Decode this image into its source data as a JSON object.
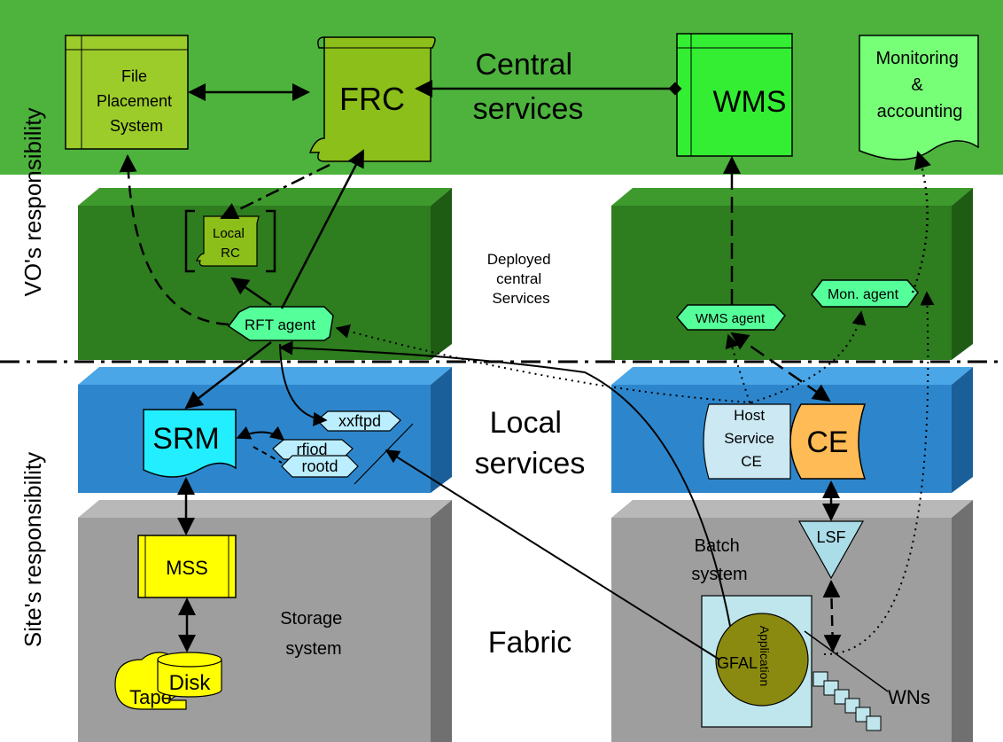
{
  "sides": {
    "vo": "VO's responsibility",
    "site": "Site's responsibility"
  },
  "layers": {
    "central": [
      "Central",
      "services"
    ],
    "deployed": [
      "Deployed",
      "central",
      "Services"
    ],
    "local": [
      "Local",
      "services"
    ],
    "fabric": "Fabric"
  },
  "components": {
    "fps": [
      "File",
      "Placement",
      "System"
    ],
    "frc": "FRC",
    "wms": "WMS",
    "monitoring": [
      "Monitoring",
      "&",
      "accounting"
    ],
    "local_rc": [
      "Local",
      "RC"
    ],
    "rft_agent": "RFT agent",
    "wms_agent": "WMS agent",
    "mon_agent": "Mon. agent",
    "srm": "SRM",
    "xxftpd": "xxftpd",
    "rfiod": "rfiod",
    "rootd": "rootd",
    "host_service": [
      "Host",
      "Service",
      "CE"
    ],
    "ce": "CE",
    "lsf": "LSF",
    "mss": "MSS",
    "disk": "Disk",
    "tape": "Tape",
    "storage": [
      "Storage",
      "system"
    ],
    "batch": [
      "Batch",
      "system"
    ],
    "gfal": "GFAL",
    "application": "Application",
    "wns": "WNs"
  },
  "colors": {
    "central_band": "#4db33d",
    "deployed_block": "#2e7d1f",
    "local_block": "#2d86cc",
    "fabric_block": "#9e9e9e",
    "fps_box": "#9ccc2a",
    "frc_box": "#8cbf1a",
    "wms_box": "#33ee33",
    "monitoring_box": "#77ff77",
    "agent": "#55ff99",
    "srm": "#22eeff",
    "server": "#bbeeff",
    "ce": "#ffbb55",
    "host_service": "#cce8f2",
    "lsf": "#aadde8",
    "mss": "#ffff00",
    "disk": "#ffff00",
    "gfal": "#8a8a10",
    "batch_box": "#bfe6ec"
  }
}
